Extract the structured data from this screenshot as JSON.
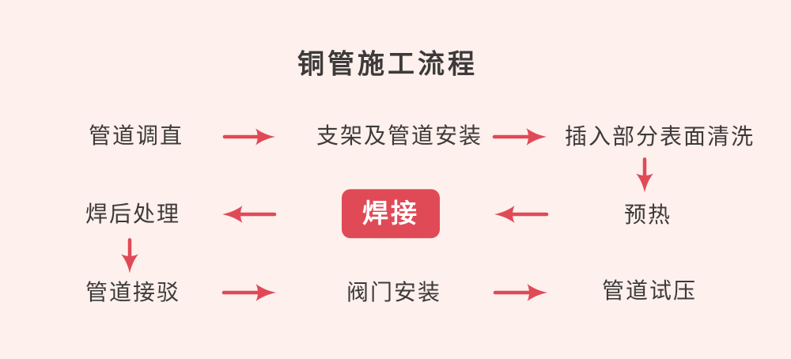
{
  "page": {
    "title": "铜管施工流程"
  },
  "colors": {
    "background": "#fdf0ed",
    "accent": "#e04a56",
    "text": "#3d3a39",
    "highlight_text": "#ffffff"
  },
  "flow": {
    "row1": {
      "step1": "管道调直",
      "step2": "支架及管道安装",
      "step3": "插入部分表面清洗"
    },
    "row2": {
      "step1": "焊后处理",
      "step2": "焊接",
      "step3": "预热"
    },
    "row3": {
      "step1": "管道接驳",
      "step2": "阀门安装",
      "step3": "管道试压"
    }
  },
  "icons": {
    "arrow_right": "arrow-right-icon",
    "arrow_left": "arrow-left-icon",
    "arrow_down": "arrow-down-icon"
  }
}
